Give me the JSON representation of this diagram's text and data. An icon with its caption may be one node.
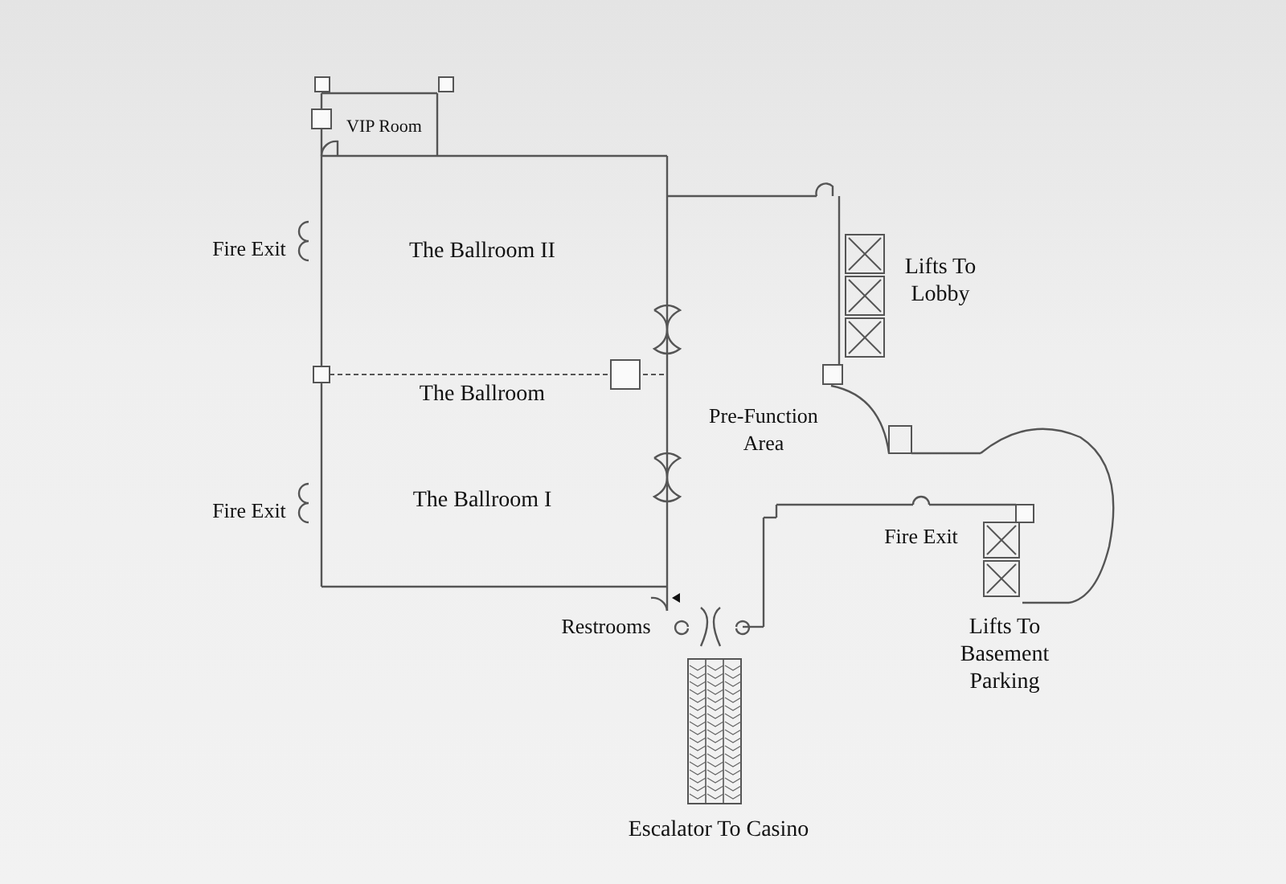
{
  "diagram": {
    "labels": [
      "VIP Room",
      "Fire Exit",
      "The Ballroom II",
      "Lifts To Lobby",
      "The Ballroom",
      "Pre-Function Area",
      "Fire Exit",
      "The Ballroom I",
      "Fire Exit",
      "Restrooms",
      "Lifts To Basement Parking",
      "Escalator To Casino"
    ]
  }
}
